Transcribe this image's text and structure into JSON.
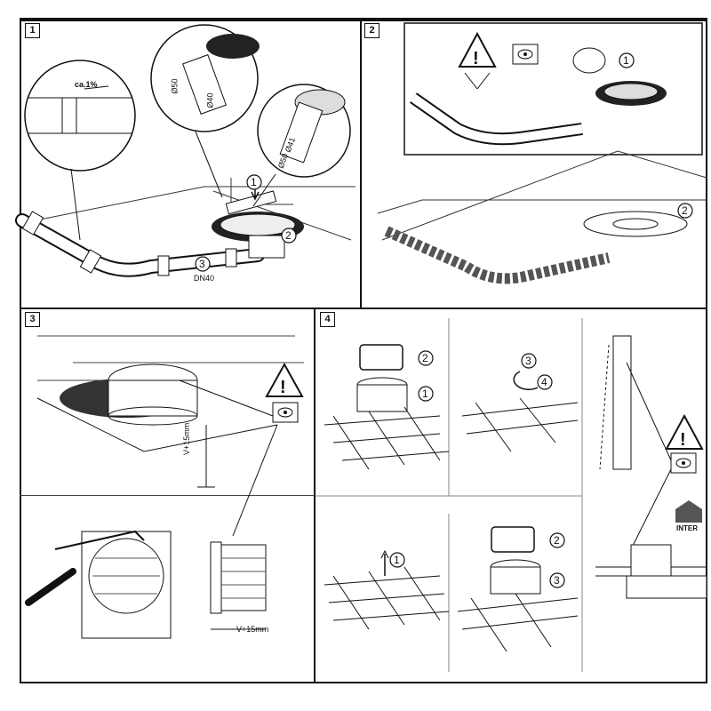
{
  "panels": [
    {
      "step": "1",
      "callouts": {
        "c1": "1",
        "c2": "2",
        "c3": "3"
      },
      "labels": {
        "slope": "ca.1%",
        "dn": "DN40",
        "d50a": "Ø50",
        "d40": "Ø40",
        "d41": "Ø41",
        "d50b": "Ø50"
      }
    },
    {
      "step": "2",
      "callouts": {
        "c1": "1",
        "c2": "2"
      }
    },
    {
      "step": "3",
      "labels": {
        "v1": "V+15mm",
        "v2": "V+15mm"
      }
    },
    {
      "step": "4",
      "callouts": {
        "a2": "2",
        "a1": "1",
        "b3": "3",
        "b4": "4",
        "c1": "1",
        "d2": "2",
        "d3": "3"
      },
      "labels": {
        "inter": "INTER"
      }
    }
  ],
  "icons": {
    "warning": "!"
  }
}
